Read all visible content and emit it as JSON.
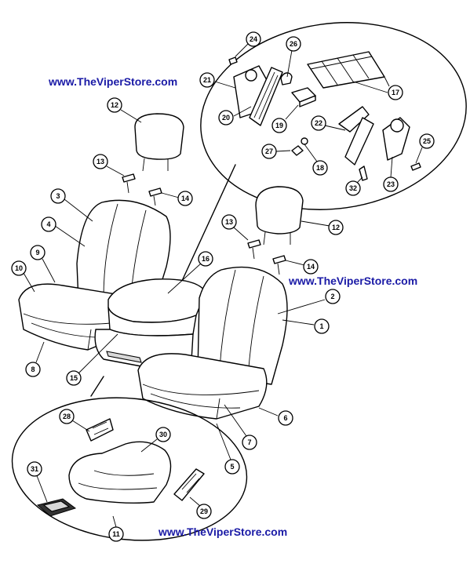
{
  "watermarks": {
    "top_left": "www.TheViperStore.com",
    "middle_right": "www.TheViperStore.com",
    "bottom": "www.TheViperStore.com"
  },
  "callouts": {
    "c1": "1",
    "c2": "2",
    "c3": "3",
    "c4": "4",
    "c5": "5",
    "c6": "6",
    "c7": "7",
    "c8": "8",
    "c9": "9",
    "c10": "10",
    "c11": "11",
    "c12a": "12",
    "c12b": "12",
    "c13a": "13",
    "c13b": "13",
    "c14a": "14",
    "c14b": "14",
    "c15": "15",
    "c16": "16",
    "c17": "17",
    "c18": "18",
    "c19": "19",
    "c20": "20",
    "c21": "21",
    "c22": "22",
    "c23": "23",
    "c24": "24",
    "c25": "25",
    "c26": "26",
    "c27": "27",
    "c28": "28",
    "c29": "29",
    "c30": "30",
    "c31": "31",
    "c32": "32"
  }
}
